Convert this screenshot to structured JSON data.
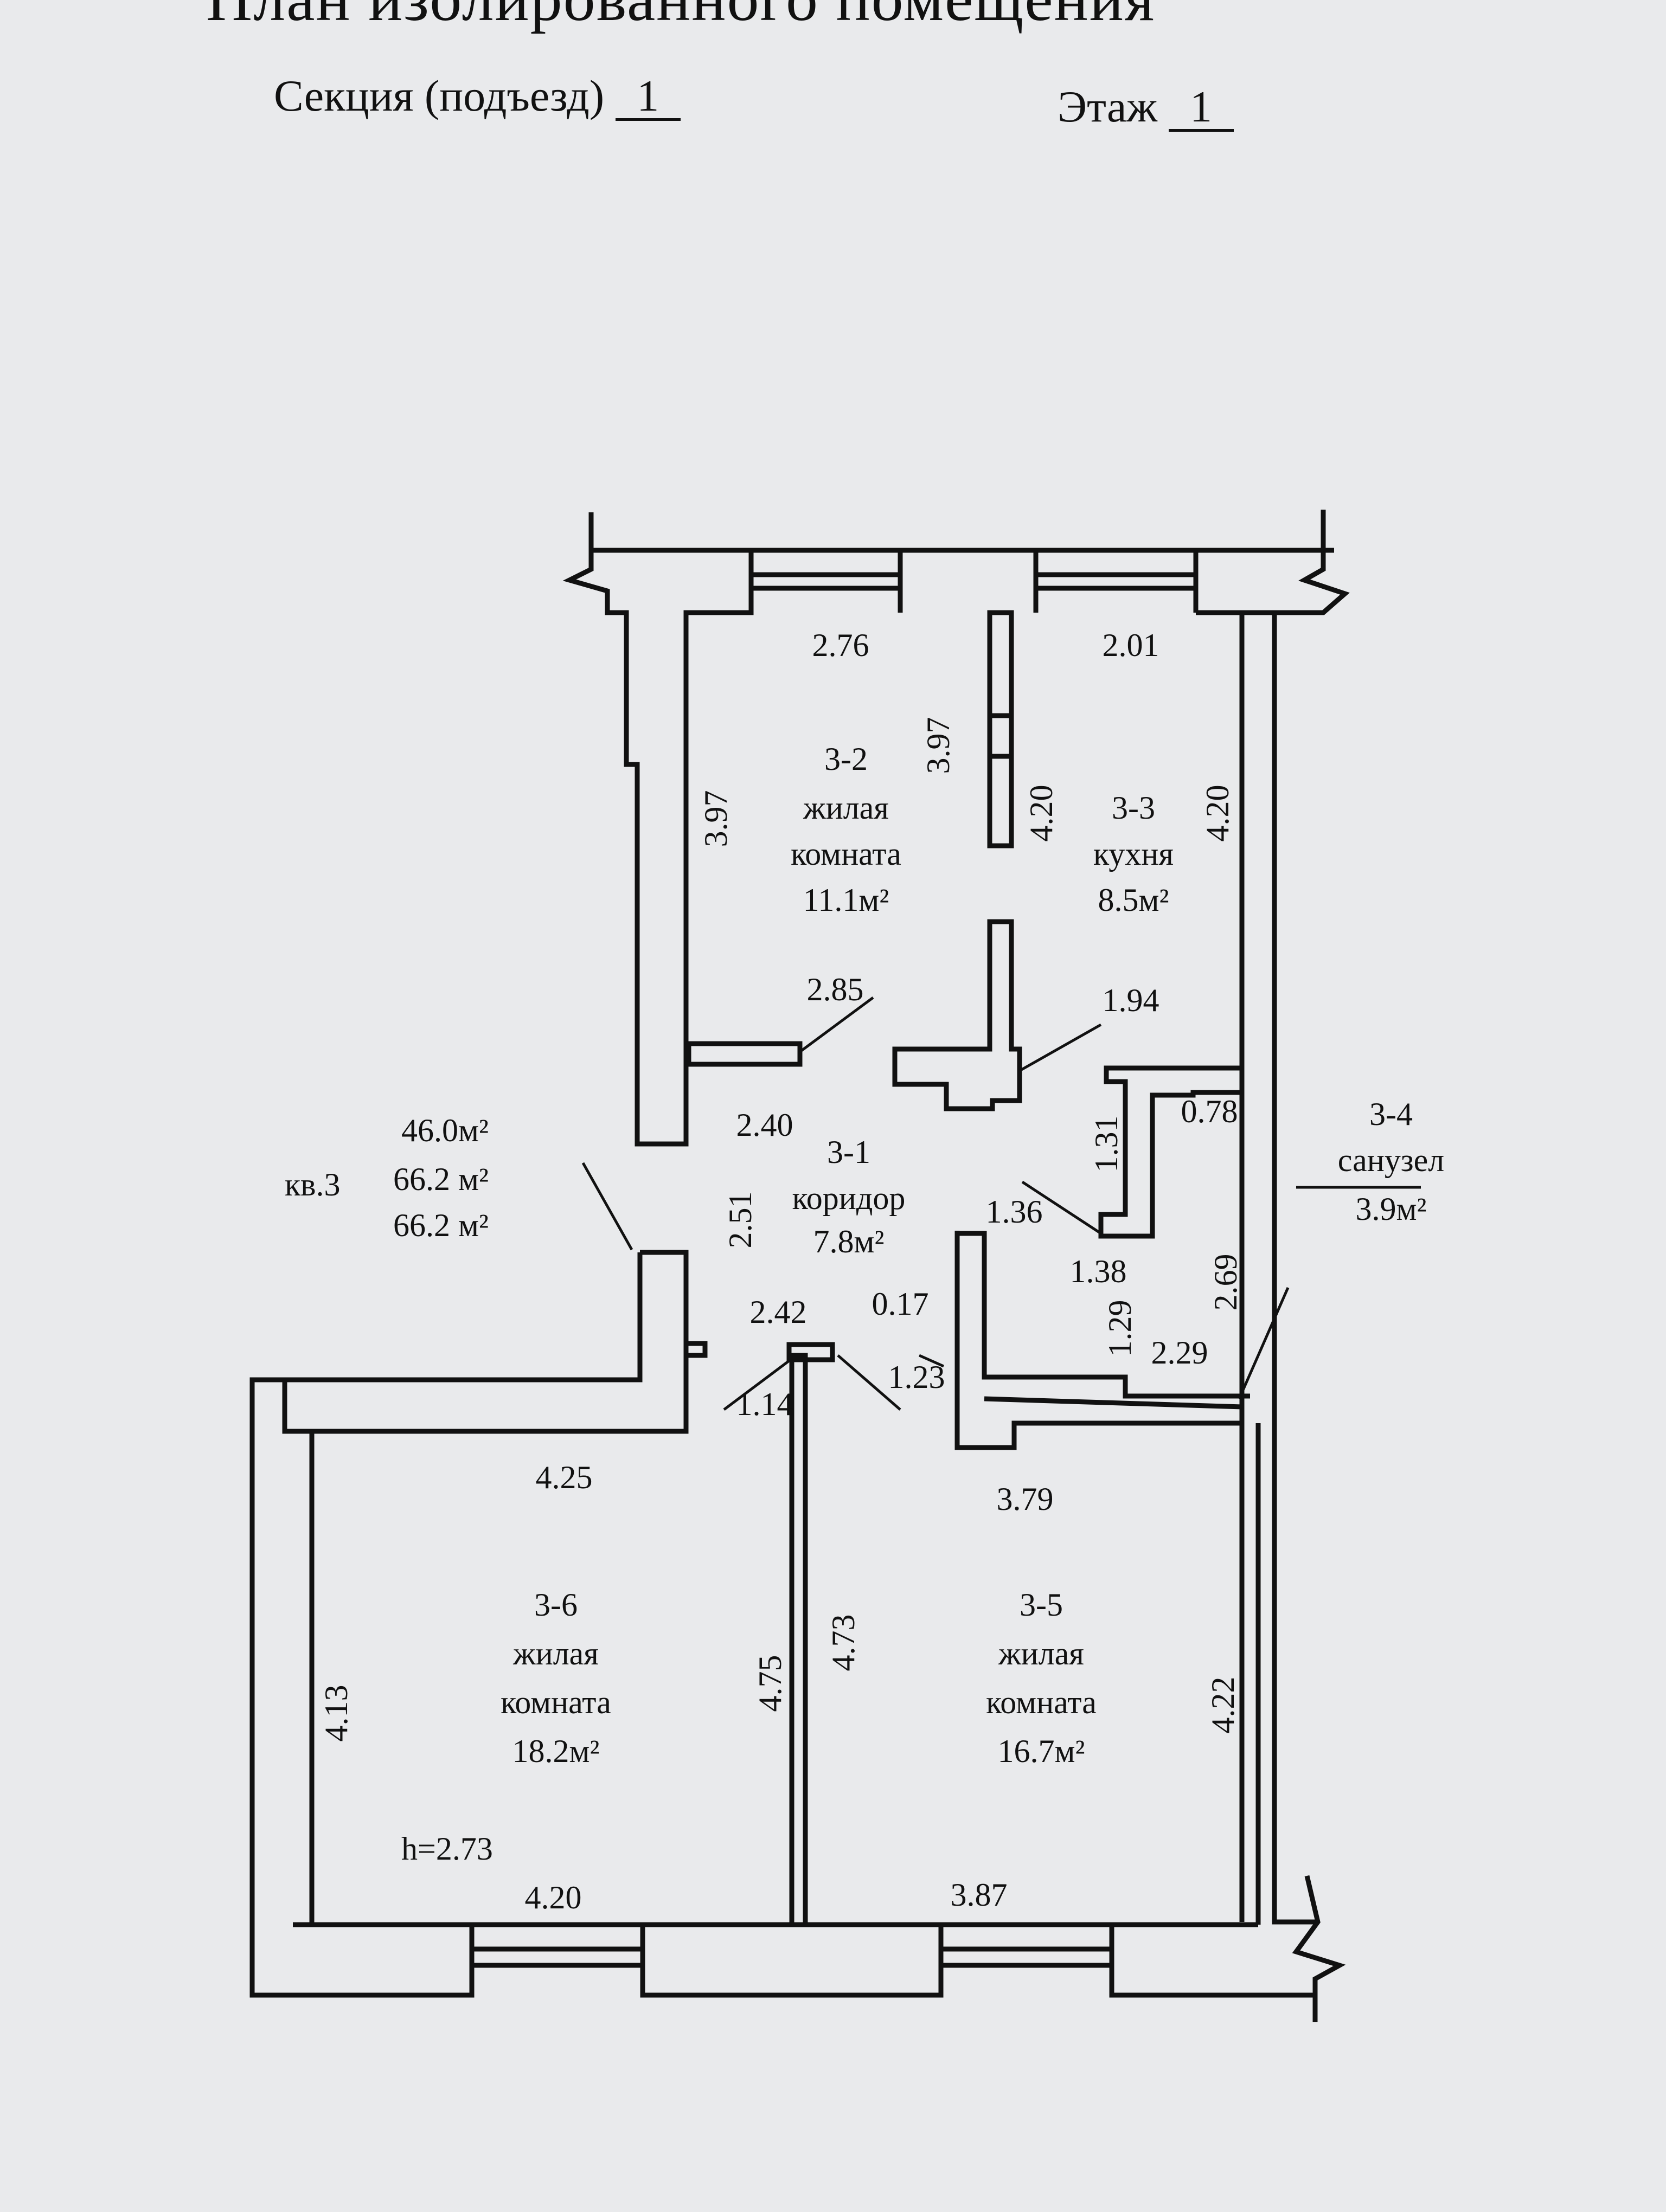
{
  "header": {
    "title": "План изолированного помещения",
    "section_label": "Секция (подъезд)",
    "section_value": "1",
    "floor_label": "Этаж",
    "floor_value": "1"
  },
  "summary": {
    "apartment": "кв.3",
    "area_living": "46.0м²",
    "area_total": "66.2 м²",
    "area_total_2": "66.2 м²"
  },
  "rooms": [
    {
      "id": "3-2",
      "name_line1": "жилая",
      "name_line2": "комната",
      "area": "11.1м²"
    },
    {
      "id": "3-3",
      "name_line1": "кухня",
      "name_line2": "",
      "area": "8.5м²"
    },
    {
      "id": "3-1",
      "name_line1": "коридор",
      "name_line2": "",
      "area": "7.8м²"
    },
    {
      "id": "3-4",
      "name_line1": "санузел",
      "name_line2": "",
      "area": "3.9м²"
    },
    {
      "id": "3-6",
      "name_line1": "жилая",
      "name_line2": "комната",
      "area": "18.2м²"
    },
    {
      "id": "3-5",
      "name_line1": "жилая",
      "name_line2": "комната",
      "area": "16.7м²"
    }
  ],
  "ceiling_height": "h=2.73",
  "dimensions": {
    "d_2_76": "2.76",
    "d_2_01": "2.01",
    "d_3_97_left": "3.97",
    "d_3_97_mid": "3.97",
    "d_4_20_mid": "4.20",
    "d_4_20_right": "4.20",
    "d_2_85": "2.85",
    "d_1_94": "1.94",
    "d_2_40": "2.40",
    "d_2_51": "2.51",
    "d_1_31": "1.31",
    "d_0_78": "0.78",
    "d_1_36": "1.36",
    "d_1_38": "1.38",
    "d_1_29": "1.29",
    "d_2_69": "2.69",
    "d_2_29": "2.29",
    "d_2_42": "2.42",
    "d_0_17": "0.17",
    "d_1_23": "1.23",
    "d_1_14": "1.14",
    "d_4_25": "4.25",
    "d_3_79": "3.79",
    "d_4_13": "4.13",
    "d_4_75": "4.75",
    "d_4_73": "4.73",
    "d_4_22": "4.22",
    "d_4_20_bottom": "4.20",
    "d_3_87": "3.87"
  }
}
